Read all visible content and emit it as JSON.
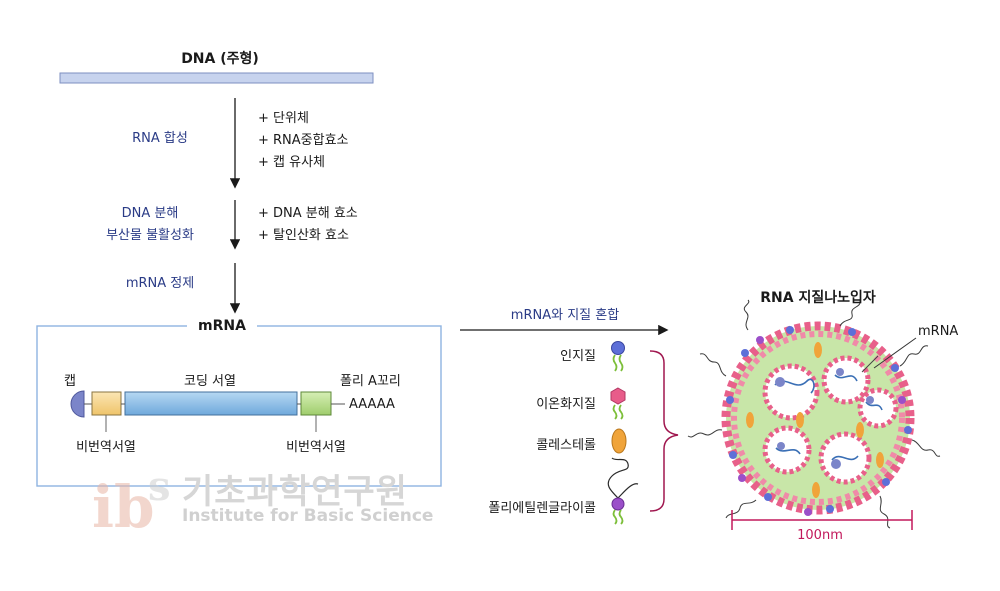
{
  "diagram": {
    "dna_title": "DNA (주형)",
    "steps": [
      {
        "label_lines": [
          "RNA 합성"
        ],
        "items": [
          "+ 단위체",
          "+ RNA중합효소",
          "+ 캡 유사체"
        ]
      },
      {
        "label_lines": [
          "DNA 분해",
          "부산물 불활성화"
        ],
        "items": [
          "+ DNA 분해 효소",
          "+ 탈인산화 효소"
        ]
      },
      {
        "label_lines": [
          "mRNA 정제"
        ],
        "items": []
      }
    ],
    "mrna_box": {
      "title": "mRNA",
      "cap": "캡",
      "coding": "코딩 서열",
      "polya": "폴리 A꼬리",
      "polya_seq": "AAAAA",
      "utr_left": "비번역서열",
      "utr_right": "비번역서열"
    },
    "mix_label": "mRNA와 지질 혼합",
    "components": [
      "인지질",
      "이온화지질",
      "콜레스테롤",
      "폴리에틸렌글라이콜"
    ],
    "lnp": {
      "title": "RNA 지질나노입자",
      "mrna_label": "mRNA",
      "scale": "100nm"
    },
    "watermark": {
      "logo": "ibs",
      "korean": "기초과학연구원",
      "english": "Institute for Basic Science"
    },
    "colors": {
      "accent_blue": "#2a3b86",
      "box_border": "#8fb3e0",
      "dna_bar": "#c7d3ee",
      "coding": "#8fc0e8",
      "utr": "#f6d58f",
      "utr_right": "#b9dd8a",
      "cap": "#7b85c9",
      "phospholipid_head": "#e85c8a",
      "scale": "#c2185b"
    }
  }
}
